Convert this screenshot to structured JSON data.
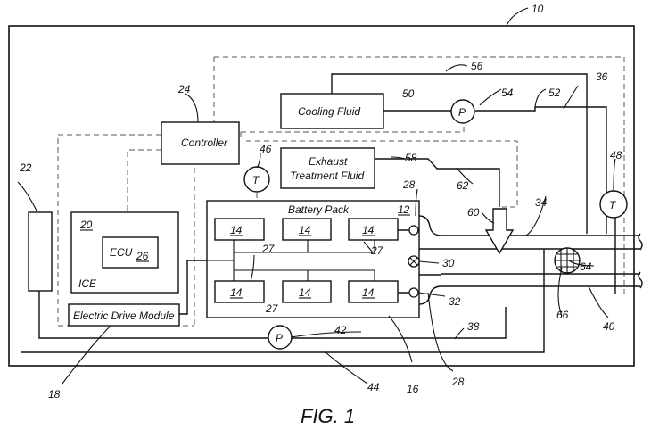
{
  "figure": {
    "caption": "FIG. 1",
    "blocks": {
      "controller": "Controller",
      "cooling_fluid": "Cooling Fluid",
      "exhaust_line1": "Exhaust",
      "exhaust_line2": "Treatment Fluid",
      "battery_pack": "Battery Pack",
      "ecu": "ECU",
      "ice": "ICE",
      "edm": "Electric Drive Module",
      "pump": "P",
      "temp": "T"
    },
    "refs": {
      "r10": "10",
      "r12": "12",
      "r14": "14",
      "r16": "16",
      "r18": "18",
      "r20": "20",
      "r22": "22",
      "r24": "24",
      "r26": "26",
      "r27": "27",
      "r28": "28",
      "r30": "30",
      "r32": "32",
      "r34": "34",
      "r36": "36",
      "r38": "38",
      "r40": "40",
      "r42": "42",
      "r44": "44",
      "r46": "46",
      "r48": "48",
      "r50": "50",
      "r52": "52",
      "r54": "54",
      "r56": "56",
      "r58": "58",
      "r60": "60",
      "r62": "62",
      "r64": "64",
      "r66": "66"
    }
  }
}
